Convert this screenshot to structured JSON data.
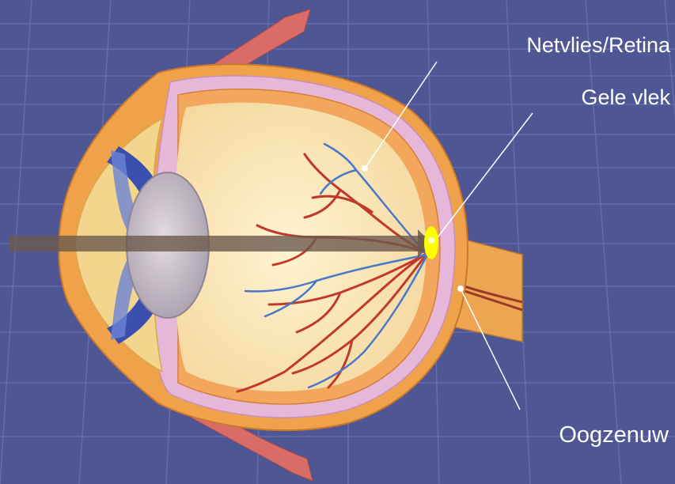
{
  "labels": {
    "retina": "Netvlies/Retina",
    "macula": "Gele vlek",
    "optic_nerve": "Oogzenuw"
  },
  "colors": {
    "background": "#4e5694",
    "grid_line": "#6a73ad",
    "sclera": "#f0a24a",
    "choroid": "#e6b7d8",
    "vitreous": "#fbe7b6",
    "lens": "#cfc3cf",
    "iris": "#3b4fae",
    "vessel_red": "#c0392b",
    "vessel_blue": "#4a78c9",
    "macula_spot": "#ffff00",
    "light_ray": "#6b5a4e",
    "muscle": "#d96c66",
    "leader_line": "#ffffff"
  }
}
